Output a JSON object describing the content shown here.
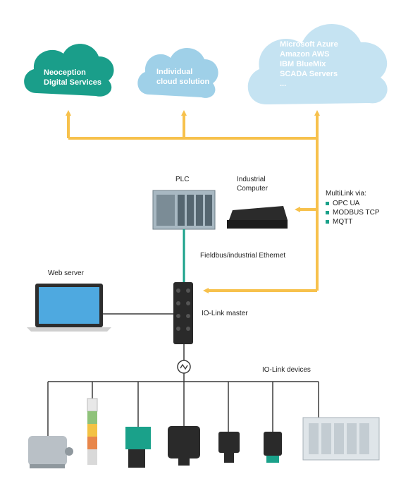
{
  "clouds": [
    {
      "lines": [
        "Neoception",
        "Digital Services"
      ],
      "color": "#1a9e8a"
    },
    {
      "lines": [
        "Individual",
        "cloud solution"
      ],
      "color": "#9fd0e8"
    },
    {
      "lines": [
        "Microsoft Azure",
        "Amazon AWS",
        "IBM BlueMix",
        "SCADA Servers",
        "..."
      ],
      "color": "#c5e3f2"
    }
  ],
  "labels": {
    "plc": "PLC",
    "industrial_computer_1": "Industrial",
    "industrial_computer_2": "Computer",
    "multilink_title": "MultiLink via:",
    "fieldbus": "Fieldbus/industrial Ethernet",
    "web_server": "Web server",
    "io_link_master": "IO-Link master",
    "io_link_devices": "IO-Link devices"
  },
  "multilink_protocols": [
    "OPC UA",
    "MODBUS TCP",
    "MQTT"
  ],
  "devices": [
    "motor",
    "signal-tower",
    "inductive-sensor",
    "rfid-reader",
    "photoelectric-sensor",
    "ultrasonic-sensor",
    "valve-terminal"
  ],
  "colors": {
    "arrow": "#f7c14c",
    "fieldbus": "#1aa18a",
    "wire": "#3a3a3a",
    "teal_cloud": "#1a9e8a",
    "light_cloud": "#9fd0e8",
    "pale_cloud": "#c5e3f2",
    "bullet": "#1aa18a"
  }
}
